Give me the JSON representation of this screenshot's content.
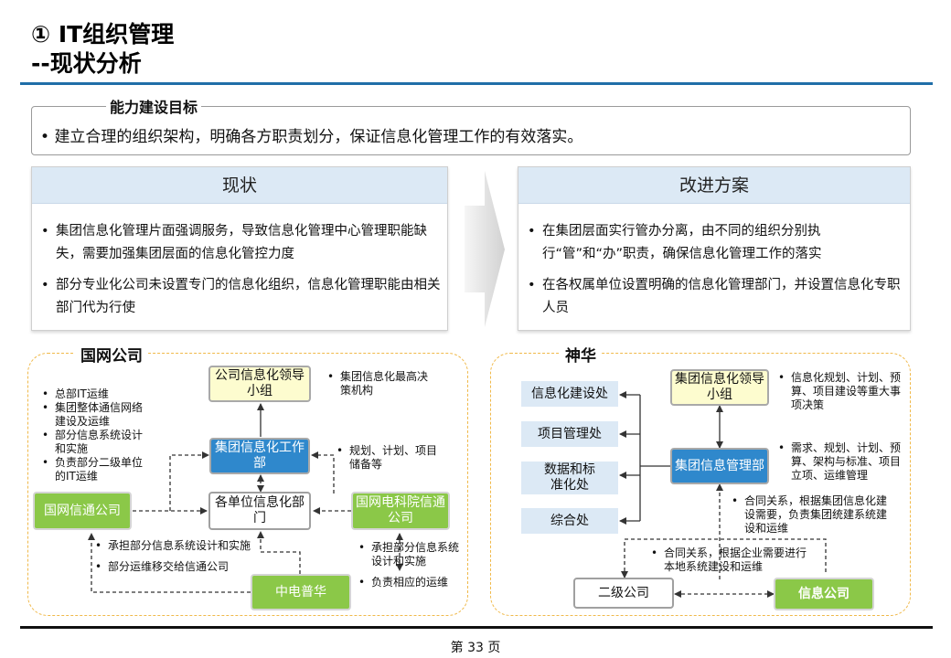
{
  "header": {
    "title_line1": "① IT组织管理",
    "title_line2": "--现状分析"
  },
  "goal": {
    "label": "能力建设目标",
    "text": "建立合理的组织架构，明确各方职责划分，保证信息化管理工作的有效落实。"
  },
  "current": {
    "title": "现状",
    "bullets": [
      "集团信息化管理片面强调服务，导致信息化管理中心管理职能缺失，需要加强集团层面的信息化管控力度",
      "部分专业化公司未设置专门的信息化组织，信息化管理职能由相关部门代为行使"
    ]
  },
  "improve": {
    "title": "改进方案",
    "bullets": [
      "在集团层面实行管办分离，由不同的组织分别执行“管”和“办”职责，确保信息化管理工作的落实",
      "在各权属单位设置明确的信息化管理部门，并设置信息化专职人员"
    ]
  },
  "sgcc": {
    "title": "国网公司",
    "nodes": {
      "leader": "公司信息化领导小组",
      "work": "集团信息化工作部",
      "unit": "各单位信息化部门",
      "sgit": "国网信通公司",
      "epri": "国网电科院信通公司",
      "puhua": "中电普华"
    },
    "notes": {
      "leader": [
        "集团信息化最高决策机构"
      ],
      "left": [
        "总部IT运维",
        "集团整体通信网络建设及运维",
        "部分信息系统设计和实施",
        "负责部分二级单位的IT运维"
      ],
      "work": [
        "规划、计划、项目储备等"
      ],
      "puhua_left": [
        "承担部分信息系统设计和实施",
        "部分运维移交给信通公司"
      ],
      "puhua_right": [
        "承担部分信息系统设计和实施",
        "负责相应的运维"
      ]
    }
  },
  "shenhua": {
    "title": "神华",
    "nodes": {
      "leader": "集团信息化领导小组",
      "mgmt": "集团信息管理部",
      "dept1": "信息化建设处",
      "dept2": "项目管理处",
      "dept3": "数据和标准化处",
      "dept4": "综合处",
      "sub": "二级公司",
      "info": "信息公司"
    },
    "notes": {
      "leader": [
        "信息化规划、计划、预算、项目建设等重大事项决策"
      ],
      "mgmt": [
        "需求、规划、计划、预算、架构与标准、项目立项、运维管理"
      ],
      "contract1": [
        "合同关系，根据集团信息化建设需要，负责集团统建系统建设和运维"
      ],
      "contract2": [
        "合同关系，根据企业需要进行本地系统建设和运维"
      ]
    }
  },
  "footer": {
    "page": "第 33 页"
  },
  "colors": {
    "header_rule": "#1f6ea8",
    "panel_head": "#dce9f5",
    "node_blue": "#2f88cc",
    "node_green": "#8bc848",
    "node_yellow": "#fdfccf",
    "region_border": "#f0b94a"
  }
}
